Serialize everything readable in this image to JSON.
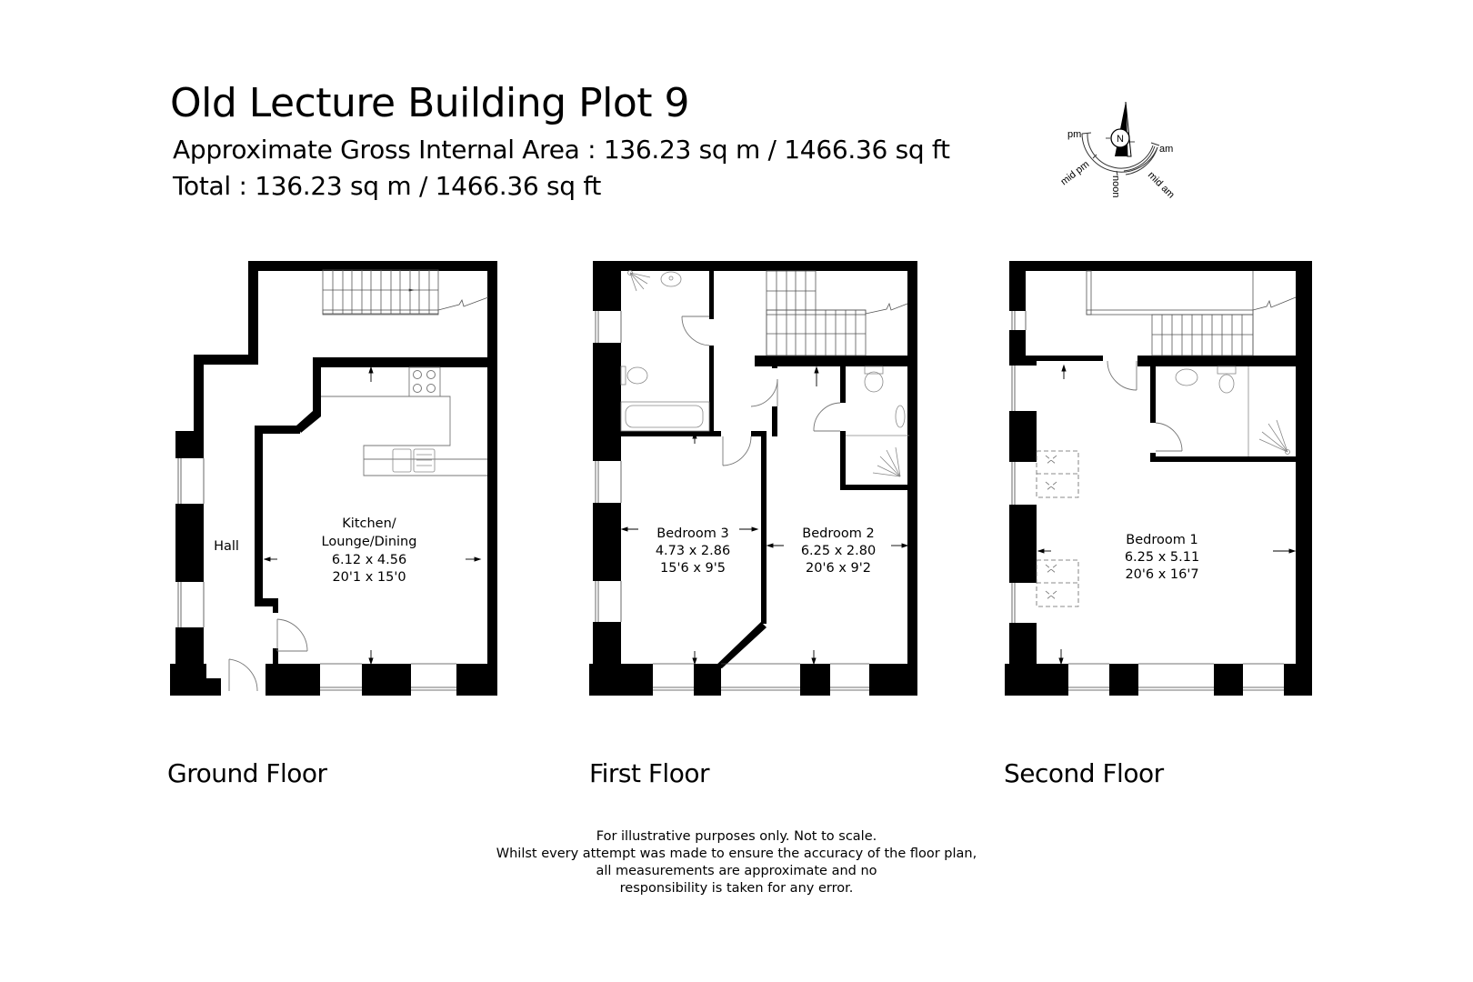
{
  "header": {
    "title": "Old Lecture Building Plot 9",
    "gross_area": "Approximate Gross Internal Area : 136.23 sq m / 1466.36 sq ft",
    "total": "Total : 136.23 sq m / 1466.36 sq ft"
  },
  "compass": {
    "north": "N",
    "pm": "pm",
    "am": "am",
    "mid_pm": "mid pm",
    "noon": "noon",
    "mid_am": "mid am"
  },
  "floors": [
    {
      "label": "Ground Floor",
      "rooms": [
        {
          "name": "Hall",
          "metric": "",
          "imperial": ""
        },
        {
          "name_line1": "Kitchen/",
          "name": "Lounge/Dining",
          "metric": "6.12 x 4.56",
          "imperial": "20'1 x 15'0"
        }
      ]
    },
    {
      "label": "First Floor",
      "rooms": [
        {
          "name": "Bedroom 3",
          "metric": "4.73 x 2.86",
          "imperial": "15'6 x 9'5"
        },
        {
          "name": "Bedroom 2",
          "metric": "6.25 x 2.80",
          "imperial": "20'6 x 9'2"
        }
      ]
    },
    {
      "label": "Second Floor",
      "rooms": [
        {
          "name": "Bedroom 1",
          "metric": "6.25 x 5.11",
          "imperial": "20'6 x 16'7"
        }
      ]
    }
  ],
  "disclaimer": [
    "For illustrative purposes only. Not to scale.",
    "Whilst every attempt was made to ensure the accuracy of the floor plan,",
    "all measurements are approximate and no",
    "responsibility is taken for any error."
  ],
  "colors": {
    "wall": "#000000",
    "fixture_line": "#888888",
    "background": "#ffffff"
  }
}
